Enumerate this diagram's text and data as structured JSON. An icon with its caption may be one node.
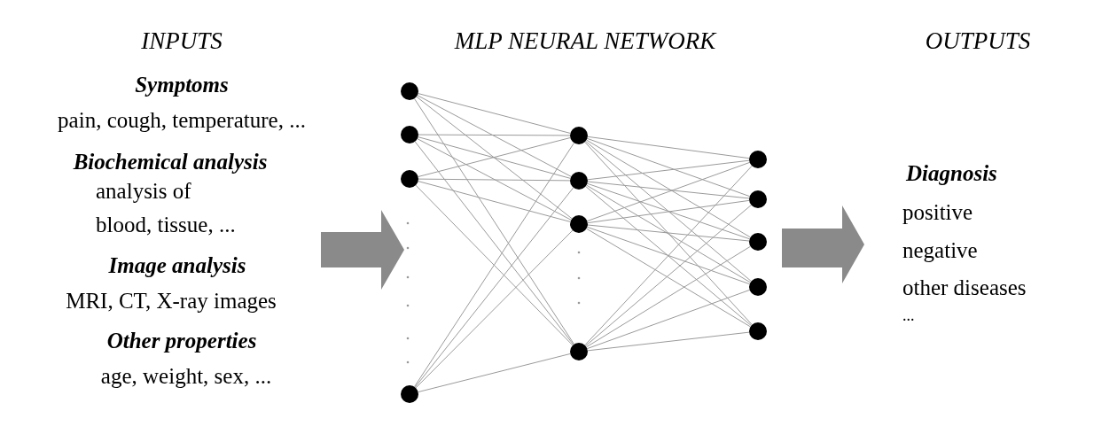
{
  "diagram": {
    "nodes": [
      {
        "text": [],
        "shape": "circle"
      },
      {
        "text": [],
        "shape": "circle"
      },
      {
        "text": [],
        "shape": "circle"
      },
      {
        "text": [],
        "shape": "circle"
      },
      {
        "text": [],
        "shape": "circle"
      },
      {
        "text": [],
        "shape": "circle"
      },
      {
        "text": [],
        "shape": "circle"
      },
      {
        "text": [],
        "shape": "circle"
      },
      {
        "text": [],
        "shape": "circle"
      },
      {
        "text": [],
        "shape": "circle"
      },
      {
        "text": [],
        "shape": "circle"
      },
      {
        "text": [],
        "shape": "circle"
      },
      {
        "text": [],
        "shape": "circle"
      }
    ],
    "edges": [
      {
        "from": 0,
        "to": 4,
        "arrow": "none"
      },
      {
        "from": 0,
        "to": 5,
        "arrow": "none"
      },
      {
        "from": 0,
        "to": 6,
        "arrow": "none"
      },
      {
        "from": 0,
        "to": 7,
        "arrow": "none"
      },
      {
        "from": 1,
        "to": 4,
        "arrow": "none"
      },
      {
        "from": 1,
        "to": 5,
        "arrow": "none"
      },
      {
        "from": 1,
        "to": 6,
        "arrow": "none"
      },
      {
        "from": 1,
        "to": 7,
        "arrow": "none"
      },
      {
        "from": 2,
        "to": 4,
        "arrow": "none"
      },
      {
        "from": 2,
        "to": 5,
        "arrow": "none"
      },
      {
        "from": 2,
        "to": 6,
        "arrow": "none"
      },
      {
        "from": 2,
        "to": 7,
        "arrow": "none"
      },
      {
        "from": 3,
        "to": 4,
        "arrow": "none"
      },
      {
        "from": 3,
        "to": 5,
        "arrow": "none"
      },
      {
        "from": 3,
        "to": 6,
        "arrow": "none"
      },
      {
        "from": 3,
        "to": 7,
        "arrow": "none"
      },
      {
        "from": 4,
        "to": 8,
        "arrow": "none"
      },
      {
        "from": 4,
        "to": 9,
        "arrow": "none"
      },
      {
        "from": 4,
        "to": 10,
        "arrow": "none"
      },
      {
        "from": 4,
        "to": 11,
        "arrow": "none"
      },
      {
        "from": 4,
        "to": 12,
        "arrow": "none"
      },
      {
        "from": 5,
        "to": 8,
        "arrow": "none"
      },
      {
        "from": 5,
        "to": 9,
        "arrow": "none"
      },
      {
        "from": 5,
        "to": 10,
        "arrow": "none"
      },
      {
        "from": 5,
        "to": 11,
        "arrow": "none"
      },
      {
        "from": 5,
        "to": 12,
        "arrow": "none"
      },
      {
        "from": 6,
        "to": 8,
        "arrow": "none"
      },
      {
        "from": 6,
        "to": 9,
        "arrow": "none"
      },
      {
        "from": 6,
        "to": 10,
        "arrow": "none"
      },
      {
        "from": 6,
        "to": 11,
        "arrow": "none"
      },
      {
        "from": 6,
        "to": 12,
        "arrow": "none"
      },
      {
        "from": 7,
        "to": 8,
        "arrow": "none"
      },
      {
        "from": 7,
        "to": 9,
        "arrow": "none"
      },
      {
        "from": 7,
        "to": 10,
        "arrow": "none"
      },
      {
        "from": 7,
        "to": 11,
        "arrow": "none"
      },
      {
        "from": 7,
        "to": 12,
        "arrow": "none"
      }
    ],
    "labels": [
      "INPUTS",
      "MLP NEURAL NETWORK",
      "OUTPUTS",
      "Symptoms",
      "pain, cough, temperature, ...",
      "Biochemical analysis",
      "analysis of",
      "blood, tissue, ...",
      "Image analysis",
      "MRI, CT, X-ray images",
      "Other properties",
      "age, weight, sex, ...",
      "Diagnosis",
      "positive",
      "negative",
      "other diseases",
      "..."
    ]
  }
}
